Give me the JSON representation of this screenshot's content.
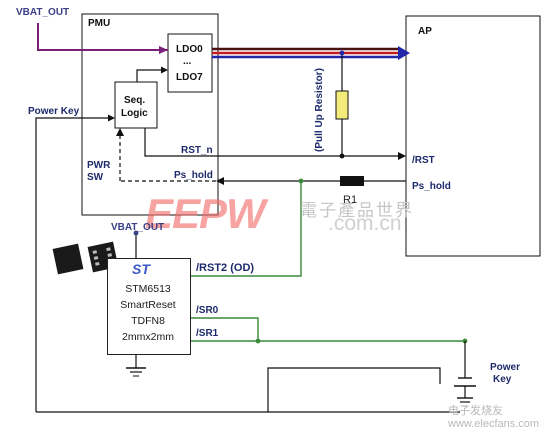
{
  "labels": {
    "vbat_top": "VBAT_OUT",
    "vbat_mid": "VBAT_OUT",
    "pmu": "PMU",
    "ap": "AP",
    "ldo0": "LDO0",
    "ldo_dots": "...",
    "ldo7": "LDO7",
    "seq_line1": "Seq.",
    "seq_line2": "Logic",
    "power_key_left": "Power Key",
    "pwr": "PWR",
    "sw": "SW",
    "rst_n": "RST_n",
    "ps_hold_pmu": "Ps_hold",
    "rst_ap": "/RST",
    "ps_hold_ap": "Ps_hold",
    "resistor_label": "(Pull Up Resistor)",
    "r1": "R1",
    "rst2": "/RST2 (OD)",
    "sr0": "/SR0",
    "sr1": "/SR1",
    "power_key_right_1": "Power",
    "power_key_right_2": "Key"
  },
  "chip": {
    "logo": "ST",
    "line1": "STM6513",
    "line2": "SmartReset",
    "line3": "TDFN8",
    "line4": "2mmx2mm"
  },
  "watermarks": {
    "eepw": "EEPW",
    "cn_text": "電子產品世界",
    "domain": ".com.cn",
    "footer": "电子发烧友 www.elecfans.com"
  },
  "colors": {
    "wire": "#111111",
    "rail_dark": "#4a1212",
    "rail_red": "#c21c1c",
    "rail_blue": "#2226a8",
    "vbat_purple": "#7a1f7a",
    "green": "#3a8a3a"
  }
}
